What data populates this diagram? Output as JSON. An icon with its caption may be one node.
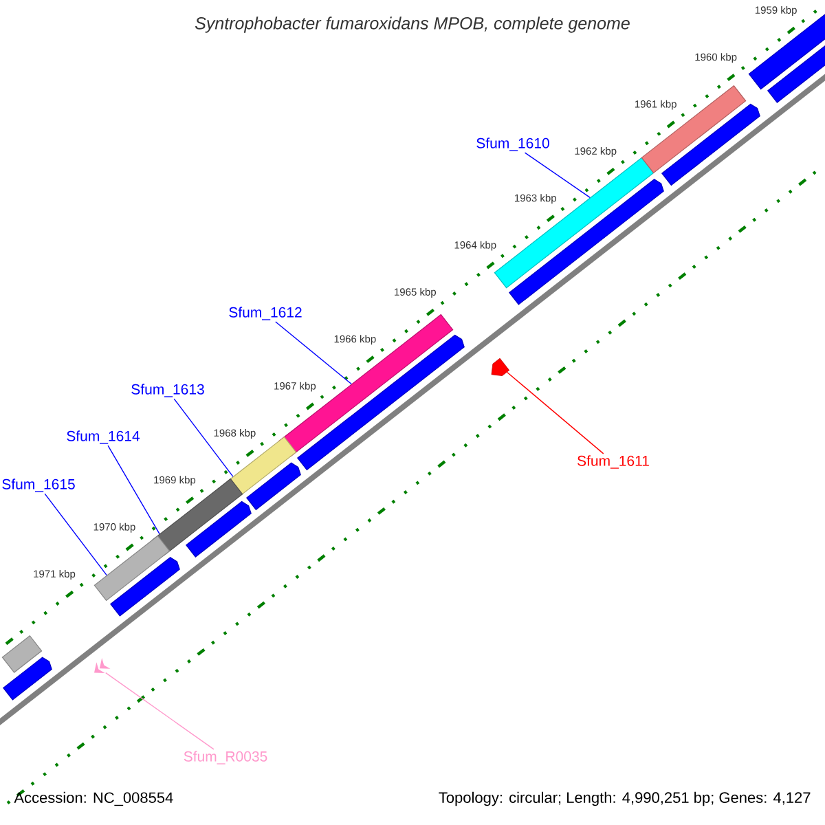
{
  "diagram": {
    "title": "Syntrophobacter fumaroxidans MPOB, complete genome",
    "nodes": [
      {
        "text": [
          "Sfum_1610"
        ]
      },
      {
        "text": [],
        "shape": "bar"
      },
      {
        "text": [
          "Sfum_1612"
        ]
      },
      {
        "text": [],
        "shape": "bar"
      },
      {
        "text": [
          "Sfum_1613"
        ]
      },
      {
        "text": [],
        "shape": "bar"
      },
      {
        "text": [
          "Sfum_1614"
        ]
      },
      {
        "text": [],
        "shape": "bar"
      },
      {
        "text": [
          "Sfum_1615"
        ]
      },
      {
        "text": [],
        "shape": "bar"
      },
      {
        "text": [
          "Sfum_1611"
        ]
      },
      {
        "text": [],
        "shape": "arrow"
      },
      {
        "text": [
          "Sfum_R0035"
        ]
      },
      {
        "text": [],
        "shape": "chevron"
      },
      {
        "text": [],
        "shape": "bar"
      },
      {
        "text": [],
        "shape": "arrow"
      },
      {
        "text": [],
        "shape": "arrow"
      },
      {
        "text": [],
        "shape": "arrow"
      },
      {
        "text": [],
        "shape": "arrow"
      },
      {
        "text": [],
        "shape": "arrow"
      },
      {
        "text": [],
        "shape": "arrow"
      },
      {
        "text": [],
        "shape": "bar"
      },
      {
        "text": [],
        "shape": "arrow"
      },
      {
        "text": [],
        "shape": "arrow"
      },
      {
        "text": [],
        "shape": "arrow"
      }
    ],
    "edges": [
      {
        "from": 0,
        "to": 1,
        "arrow": "none"
      },
      {
        "from": 2,
        "to": 3,
        "arrow": "none"
      },
      {
        "from": 4,
        "to": 5,
        "arrow": "none"
      },
      {
        "from": 6,
        "to": 7,
        "arrow": "none"
      },
      {
        "from": 8,
        "to": 9,
        "arrow": "none"
      },
      {
        "from": 10,
        "to": 11,
        "arrow": "none",
        "color": "#ff0000"
      },
      {
        "from": 12,
        "to": 13,
        "arrow": "none",
        "color": "#ff99cc"
      }
    ],
    "labels": [
      "1959 kbp",
      "1960 kbp",
      "1961 kbp",
      "1962 kbp",
      "1963 kbp",
      "1964 kbp",
      "1965 kbp",
      "1966 kbp",
      "1967 kbp",
      "1968 kbp",
      "1969 kbp",
      "1970 kbp",
      "1971 kbp",
      "Accession: NC_008554",
      "Topology: circular; Length: 4,990,251 bp; Genes: 4,127"
    ]
  }
}
